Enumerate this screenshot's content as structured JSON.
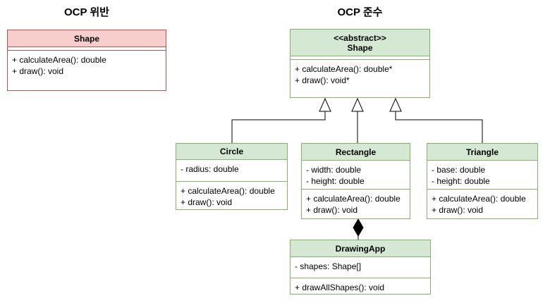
{
  "titles": {
    "left": "OCP 위반",
    "right": "OCP 준수"
  },
  "colors": {
    "violation_fill": "#f8cecc",
    "violation_stroke": "#b85450",
    "compliance_fill": "#d5e8d4",
    "compliance_stroke": "#82b366",
    "connector": "#000000",
    "background": "#ffffff"
  },
  "classes": {
    "shape_violation": {
      "name": "Shape",
      "methods": [
        "+ calculateArea(): double",
        "+ draw(): void"
      ]
    },
    "shape_abstract": {
      "stereotype": "<<abstract>>",
      "name": "Shape",
      "methods": [
        "+ calculateArea(): double*",
        "+ draw(): void*"
      ]
    },
    "circle": {
      "name": "Circle",
      "attributes": [
        "- radius: double"
      ],
      "methods": [
        "+ calculateArea(): double",
        "+ draw(): void"
      ]
    },
    "rectangle": {
      "name": "Rectangle",
      "attributes": [
        "- width: double",
        "- height: double"
      ],
      "methods": [
        "+ calculateArea(): double",
        "+ draw(): void"
      ]
    },
    "triangle": {
      "name": "Triangle",
      "attributes": [
        "- base: double",
        "- height: double"
      ],
      "methods": [
        "+ calculateArea(): double",
        "+ draw(): void"
      ]
    },
    "drawing_app": {
      "name": "DrawingApp",
      "attributes": [
        "- shapes: Shape[]"
      ],
      "methods": [
        "+ drawAllShapes(): void"
      ]
    }
  },
  "relations": [
    {
      "type": "generalization",
      "from": "Circle",
      "to": "Shape"
    },
    {
      "type": "generalization",
      "from": "Rectangle",
      "to": "Shape"
    },
    {
      "type": "generalization",
      "from": "Triangle",
      "to": "Shape"
    },
    {
      "type": "composition",
      "between": [
        "Rectangle",
        "DrawingApp"
      ],
      "diamond_end": "Rectangle"
    }
  ]
}
